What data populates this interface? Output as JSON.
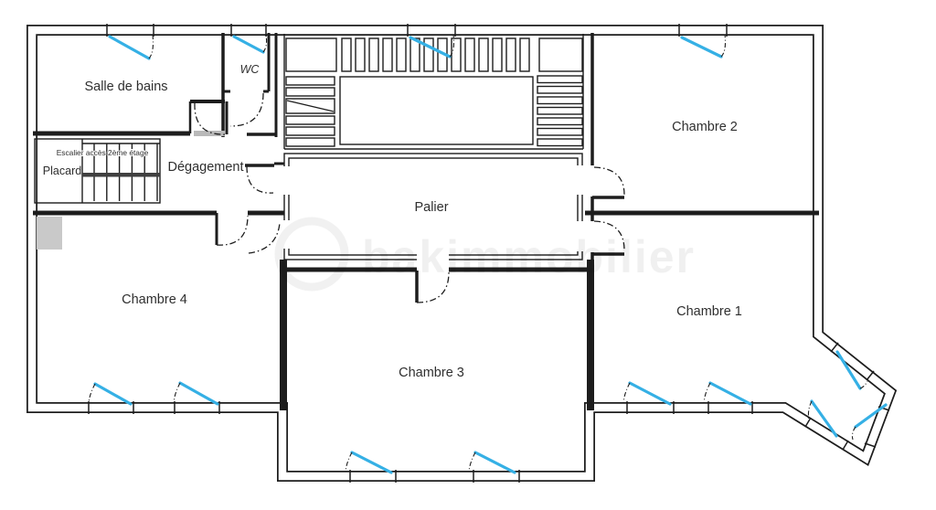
{
  "plan": {
    "type": "floor-plan",
    "floor": "étage avec 4 chambres, palier, salle de bains et WC"
  },
  "rooms": [
    {
      "id": "salle-de-bains",
      "label": "Salle de bains"
    },
    {
      "id": "wc",
      "label": "WC"
    },
    {
      "id": "degagement",
      "label": "Dégagement"
    },
    {
      "id": "palier",
      "label": "Palier"
    },
    {
      "id": "chambre-2",
      "label": "Chambre 2"
    },
    {
      "id": "chambre-1",
      "label": "Chambre 1"
    },
    {
      "id": "chambre-3",
      "label": "Chambre 3"
    },
    {
      "id": "chambre-4",
      "label": "Chambre 4"
    },
    {
      "id": "escalier",
      "label": "Escalier accès 2ème étage"
    },
    {
      "id": "placard",
      "label": "Placard"
    }
  ],
  "watermark": {
    "text": "bakimmobilier"
  },
  "colors": {
    "wall": "#1d1d1d",
    "window": "#35b0e5",
    "chimney": "#c9c9c9",
    "threshold": "#b9b9b9",
    "stair_band": "#3f3f3f"
  }
}
